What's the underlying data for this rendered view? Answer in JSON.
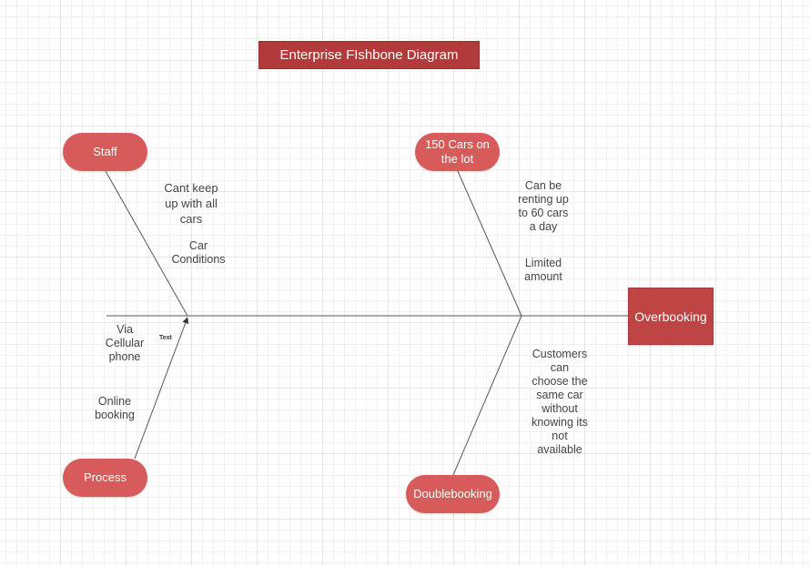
{
  "title": "Enterprise FIshbone Diagram",
  "effect": "Overbooking",
  "categories": {
    "staff": "Staff",
    "cars": "150 Cars on the lot",
    "process": "Process",
    "doublebooking": "Doublebooking"
  },
  "causes": {
    "cant_keep_up": "Cant keep\nup with all\ncars",
    "car_conditions": "Car\nConditions",
    "renting_60": "Can be\nrenting up\nto 60 cars\na day",
    "limited_amount": "Limited\namount",
    "via_cellular": "Via\nCellular\nphone",
    "online_booking": "Online\nbooking",
    "customers_choose": "Customers\ncan\nchoose the\nsame car\nwithout\nknowing its\nnot\navailable"
  },
  "stray_text": "Text",
  "colors": {
    "title_bg": "#b23a3a",
    "pill_bg": "#d75b5b",
    "effect_bg": "#bf4444",
    "line": "#555555"
  }
}
